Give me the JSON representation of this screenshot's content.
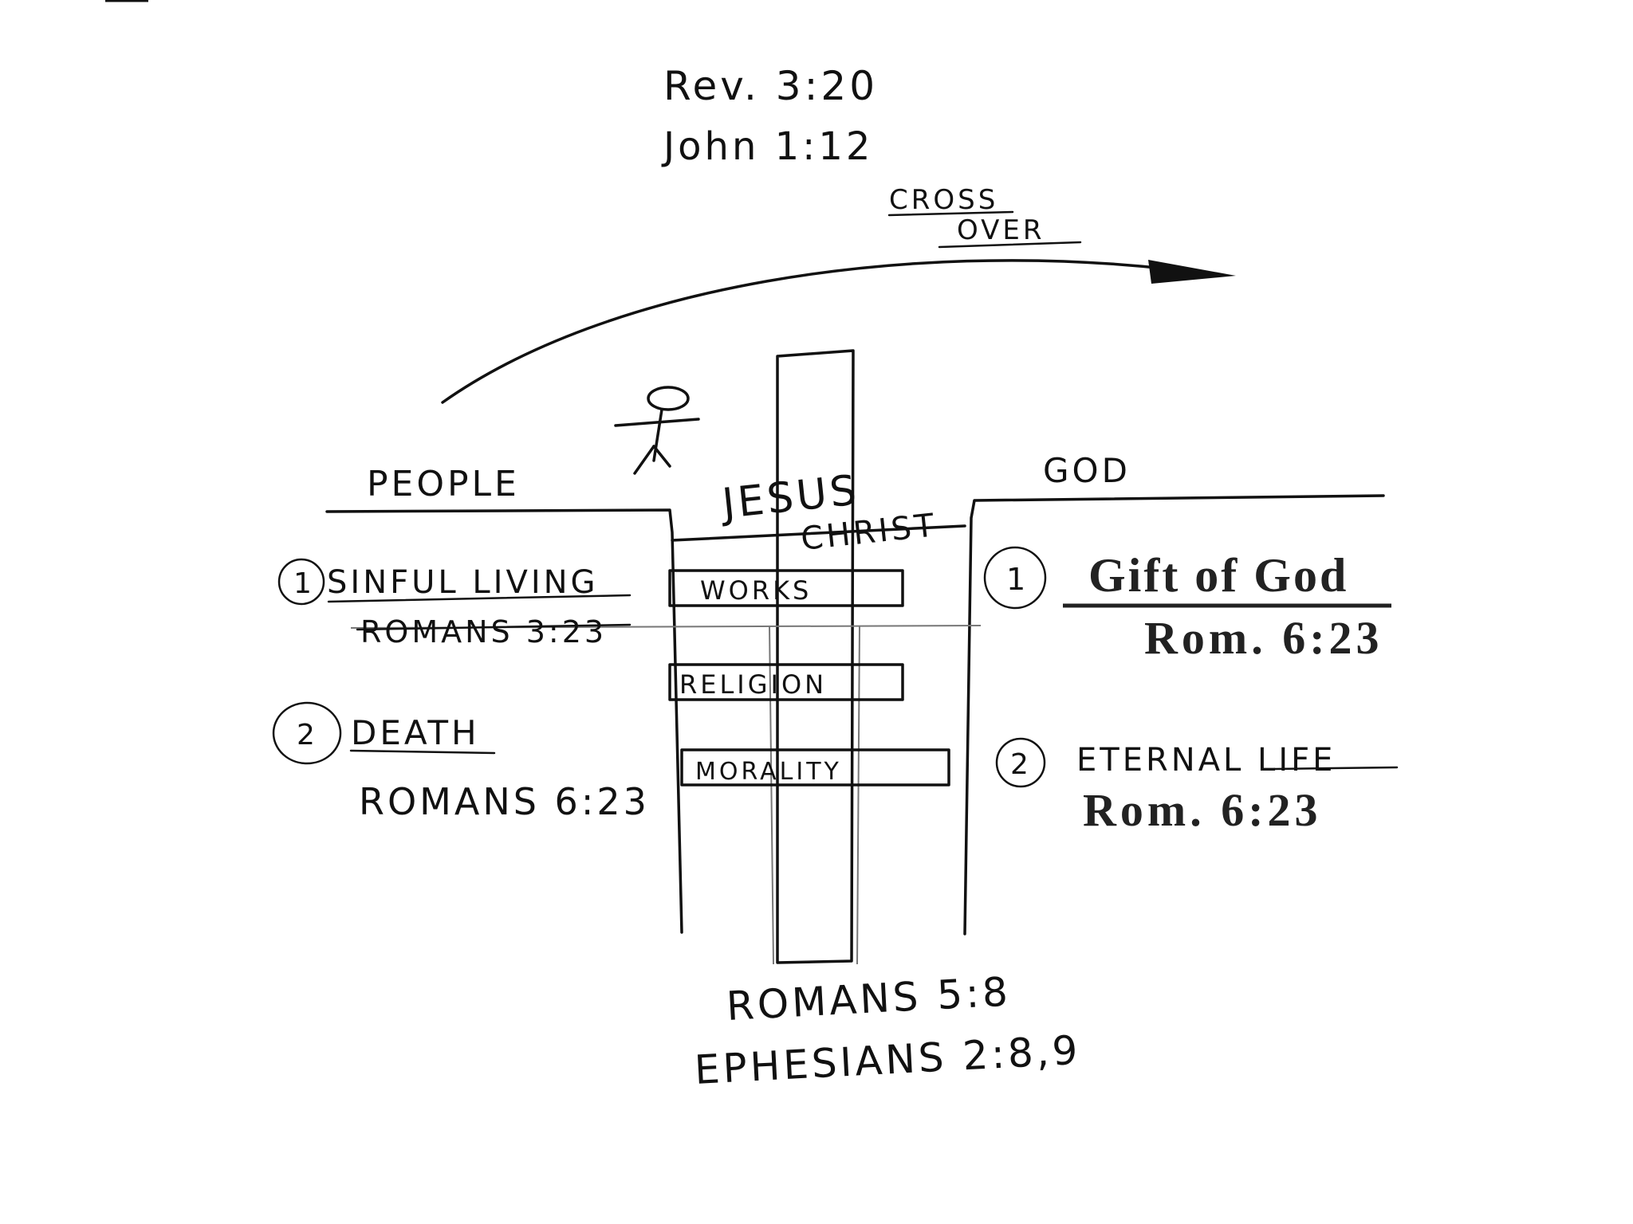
{
  "diagram": {
    "top_refs": [
      "Rev. 3:20",
      "John 1:12"
    ],
    "cross_over": [
      "CROSS",
      "OVER"
    ],
    "people_label": "PEOPLE",
    "god_label": "GOD",
    "bridge_label": [
      "JESUS",
      "CHRIST"
    ],
    "planks": [
      "WORKS",
      "RELIGION",
      "MORALITY"
    ],
    "left": {
      "item1_number": "1",
      "item1_title": "SINFUL LIVING",
      "item1_ref": "ROMANS 3:23",
      "item2_number": "2",
      "item2_title": "DEATH",
      "item2_ref": "ROMANS 6:23"
    },
    "right": {
      "item1_number": "1",
      "item1_title": "Gift of God",
      "item1_ref": "Rom. 6:23",
      "item2_number": "2",
      "item2_title": "ETERNAL LIFE",
      "item2_ref": "Rom. 6:23"
    },
    "bottom_refs": [
      "ROMANS 5:8",
      "EPHESIANS 2:8,9"
    ]
  }
}
